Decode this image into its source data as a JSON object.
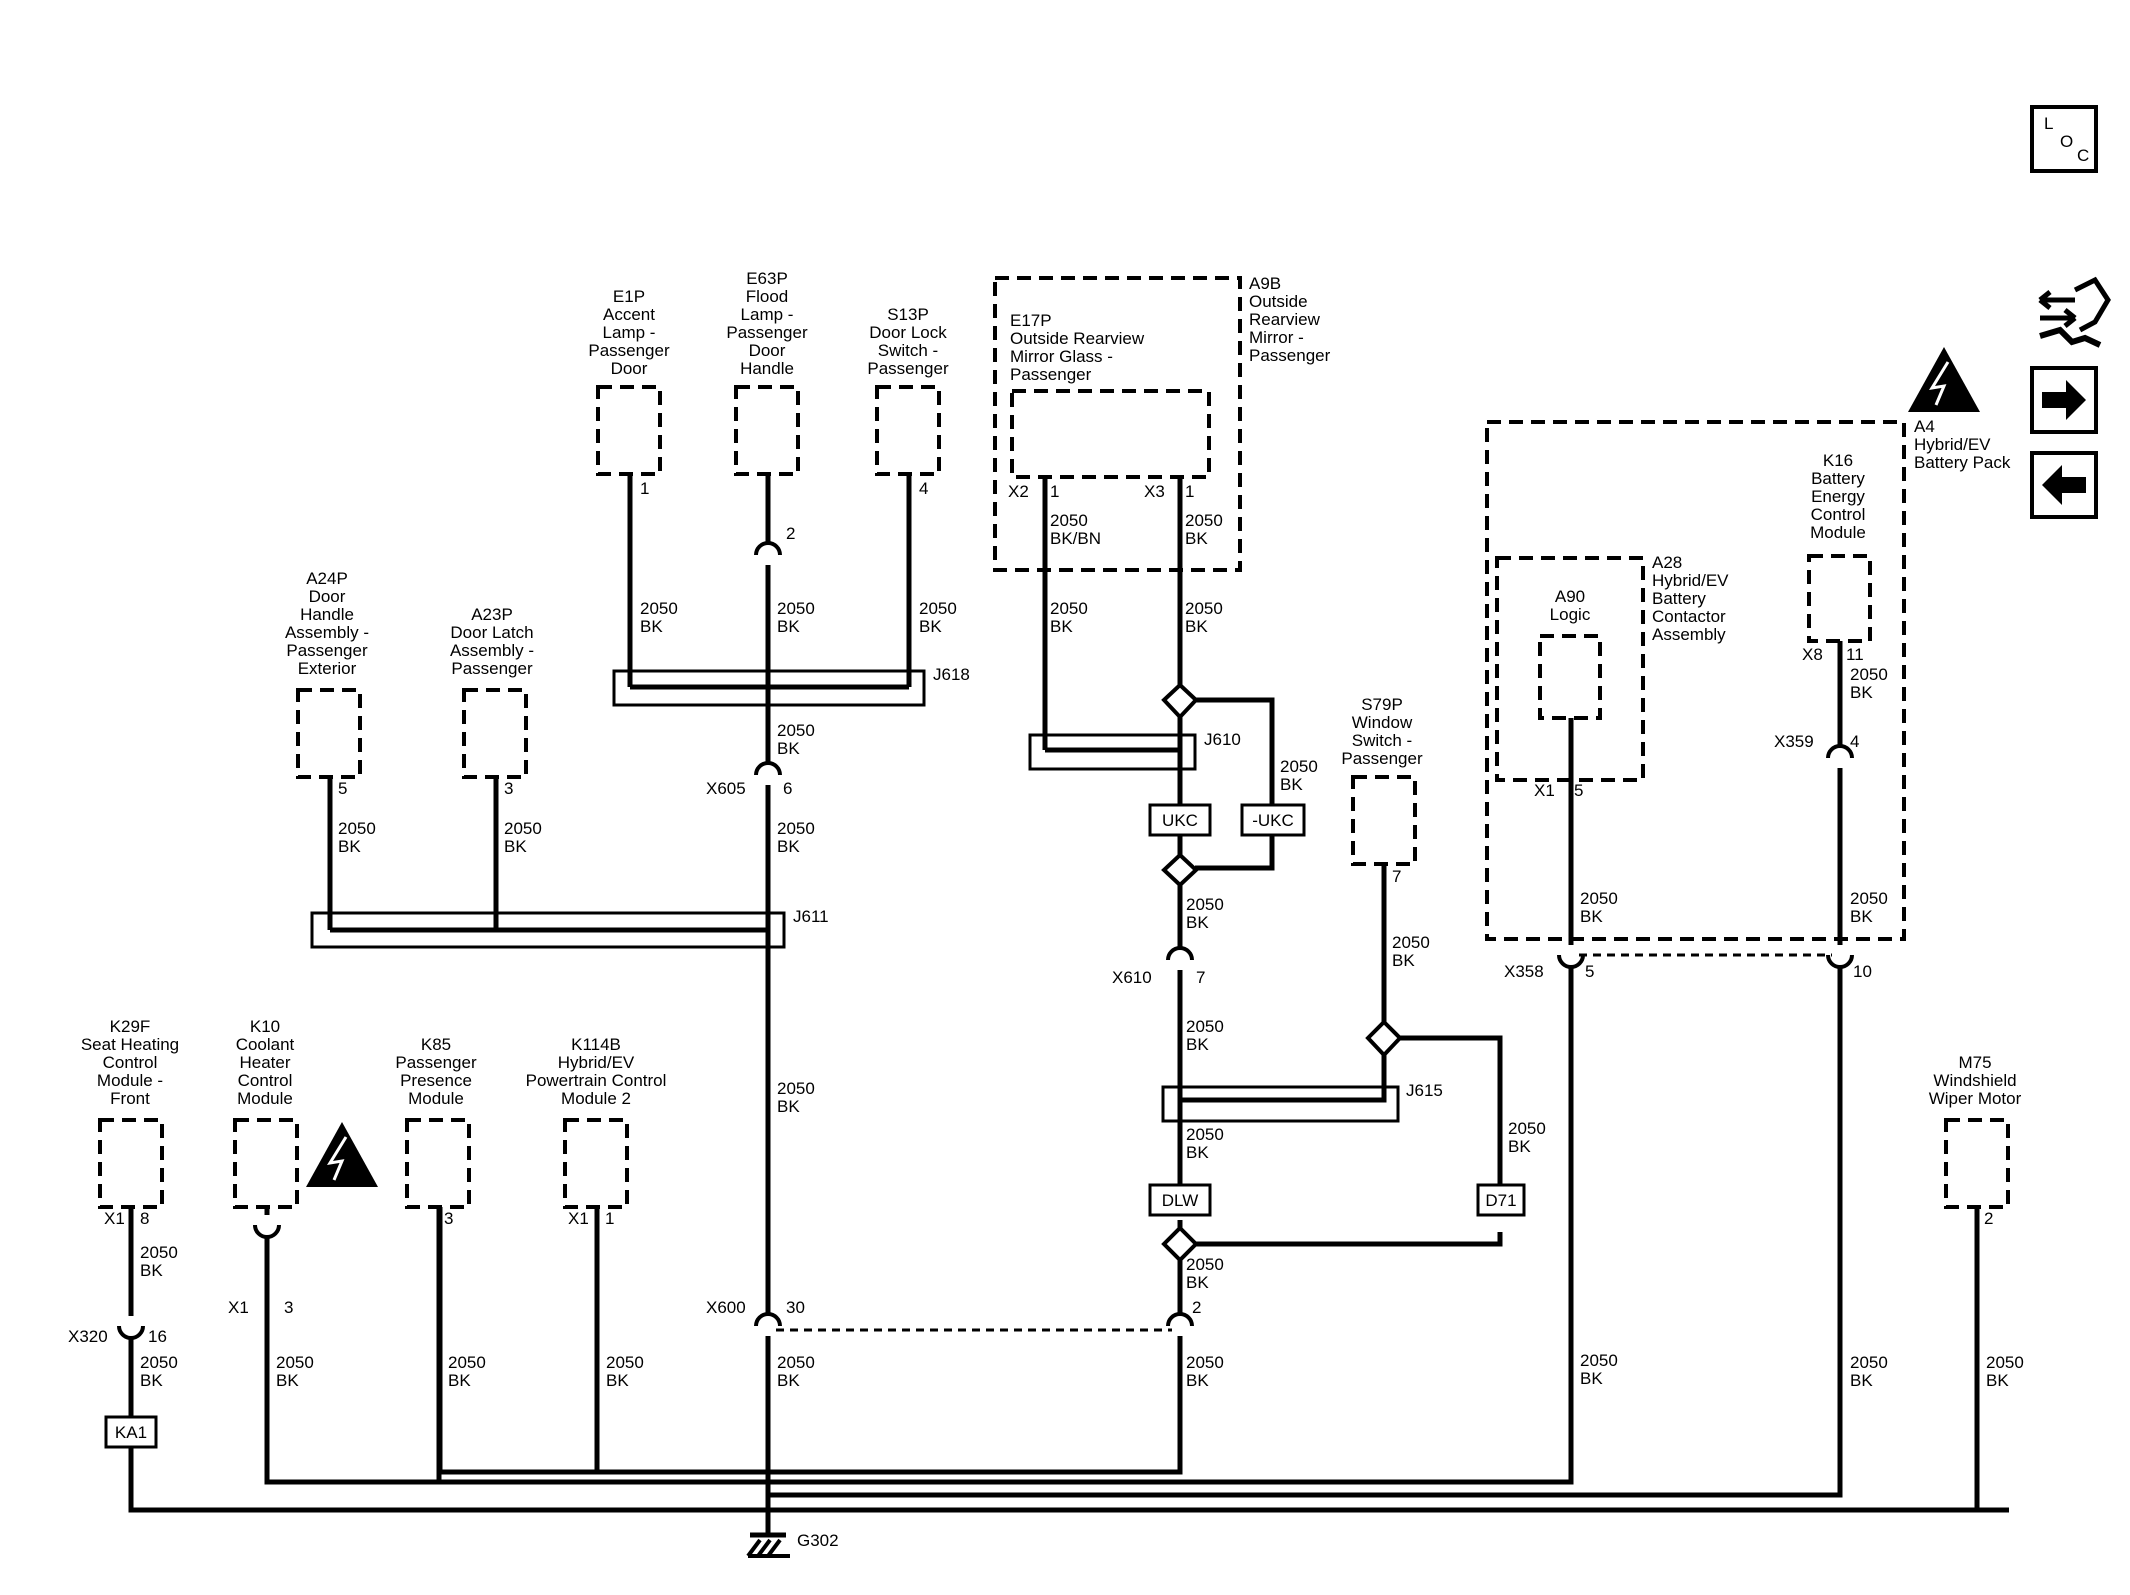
{
  "nav": {
    "loc": [
      "L",
      "O",
      "C"
    ]
  },
  "components": {
    "e1p": [
      "E1P",
      "Accent",
      "Lamp -",
      "Passenger",
      "Door"
    ],
    "e63p": [
      "E63P",
      "Flood",
      "Lamp -",
      "Passenger",
      "Door",
      "Handle"
    ],
    "s13p": [
      "S13P",
      "Door Lock",
      "Switch -",
      "Passenger"
    ],
    "e17p": [
      "E17P",
      "Outside Rearview",
      "Mirror Glass -",
      "Passenger"
    ],
    "a9b": [
      "A9B",
      "Outside",
      "Rearview",
      "Mirror -",
      "Passenger"
    ],
    "a4": [
      "A4",
      "Hybrid/EV",
      "Battery Pack"
    ],
    "k16": [
      "K16",
      "Battery",
      "Energy",
      "Control",
      "Module"
    ],
    "a28": [
      "A28",
      "Hybrid/EV",
      "Battery",
      "Contactor",
      "Assembly"
    ],
    "a90": [
      "A90",
      "Logic"
    ],
    "a24p": [
      "A24P",
      "Door",
      "Handle",
      "Assembly -",
      "Passenger",
      "Exterior"
    ],
    "a23p": [
      "A23P",
      "Door Latch",
      "Assembly -",
      "Passenger"
    ],
    "s79p": [
      "S79P",
      "Window",
      "Switch -",
      "Passenger"
    ],
    "k29f": [
      "K29F",
      "Seat Heating",
      "Control",
      "Module -",
      "Front"
    ],
    "k10": [
      "K10",
      "Coolant",
      "Heater",
      "Control",
      "Module"
    ],
    "k85": [
      "K85",
      "Passenger",
      "Presence",
      "Module"
    ],
    "k114b": [
      "K114B",
      "Hybrid/EV",
      "Powertrain Control",
      "Module 2"
    ],
    "m75": [
      "M75",
      "Windshield",
      "Wiper Motor"
    ]
  },
  "wires": {
    "bk": [
      "2050",
      "BK"
    ],
    "bkbn": [
      "2050",
      "BK/BN"
    ]
  },
  "pins": {
    "p1": "1",
    "p2": "2",
    "p3": "3",
    "p4": "4",
    "p5": "5",
    "p6": "6",
    "p7": "7",
    "p8": "8",
    "p10": "10",
    "p11": "11",
    "p16": "16",
    "p30": "30"
  },
  "connectors": {
    "x2": "X2",
    "x3": "X3",
    "x8": "X8",
    "x1": "X1",
    "x605": "X605",
    "x610": "X610",
    "x600": "X600",
    "x320": "X320",
    "x358": "X358",
    "x359": "X359"
  },
  "splices": {
    "j618": "J618",
    "j610": "J610",
    "j611": "J611",
    "j615": "J615"
  },
  "options": {
    "ukc": "UKC",
    "nukc": "-UKC",
    "dlw": "DLW",
    "d71": "D71",
    "ka1": "KA1"
  },
  "ground": "G302"
}
